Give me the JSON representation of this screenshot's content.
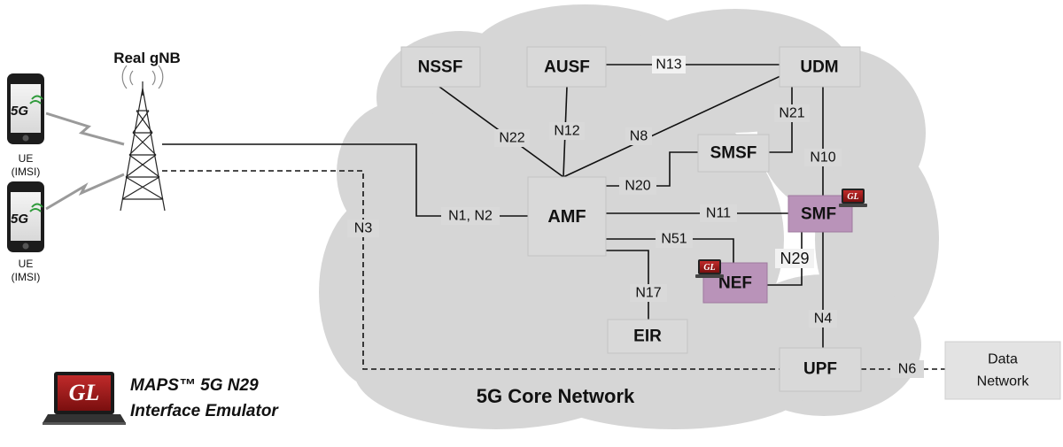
{
  "gnb": {
    "label": "Real gNB"
  },
  "ues": [
    {
      "badge": "5G",
      "line1": "UE",
      "line2": "(IMSI)"
    },
    {
      "badge": "5G",
      "line1": "UE",
      "line2": "(IMSI)"
    }
  ],
  "core": {
    "label": "5G Core Network"
  },
  "nodes": {
    "nssf": "NSSF",
    "ausf": "AUSF",
    "udm": "UDM",
    "smsf": "SMSF",
    "amf": "AMF",
    "smf": "SMF",
    "nef": "NEF",
    "eir": "EIR",
    "upf": "UPF",
    "dn_line1": "Data",
    "dn_line2": "Network"
  },
  "interfaces": {
    "n13": "N13",
    "n22": "N22",
    "n12": "N12",
    "n8": "N8",
    "n21": "N21",
    "n10": "N10",
    "n20": "N20",
    "n1n2": "N1, N2",
    "n11": "N11",
    "n51": "N51",
    "n29": "N29",
    "n17": "N17",
    "n4": "N4",
    "n3": "N3",
    "n6": "N6"
  },
  "brand": {
    "logo": "GL"
  },
  "product": {
    "line1": "MAPS™ 5G N29",
    "line2": "Interface Emulator"
  },
  "colors": {
    "node": "#d9d9d9",
    "highlight": "#b993b9",
    "cloud": "#d6d6d6",
    "logo": "#9b1b1b"
  }
}
